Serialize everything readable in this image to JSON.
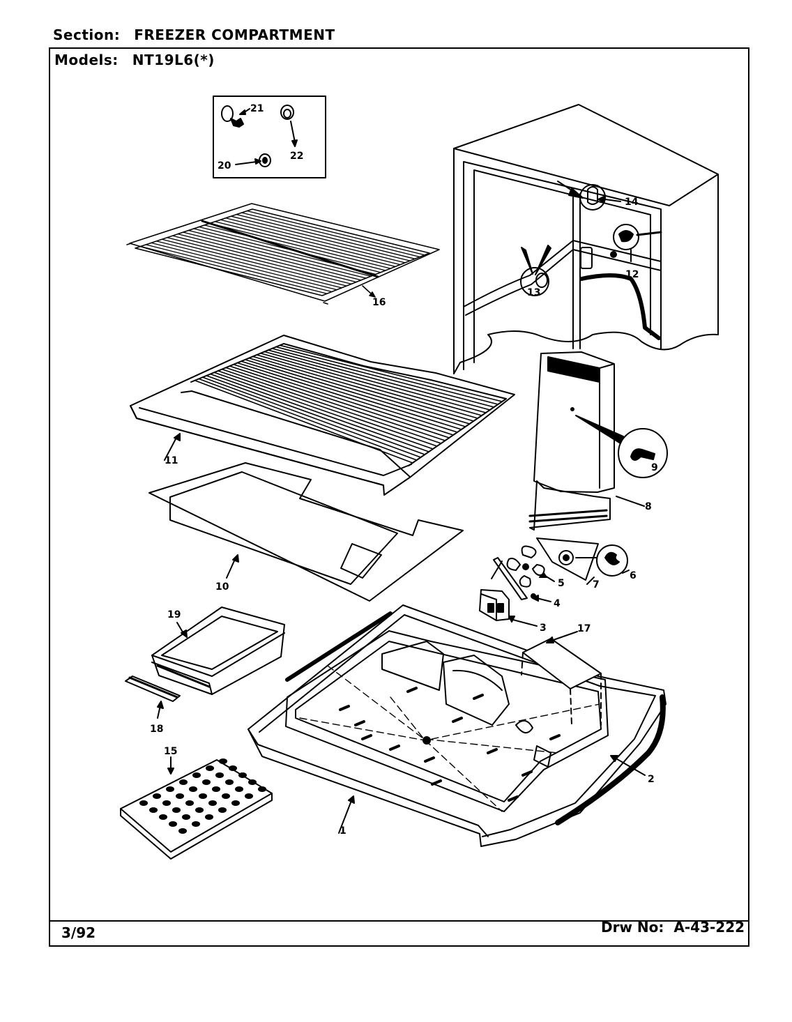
{
  "header": {
    "section_label": "Section:",
    "section_value": "FREEZER COMPARTMENT",
    "models_label": "Models:",
    "models_value": "NT19L6(*)"
  },
  "footer": {
    "date": "3/92",
    "drawing_label": "Drw No:",
    "drawing_number": "A-43-222"
  },
  "callouts": {
    "c1": "1",
    "c2": "2",
    "c3": "3",
    "c4": "4",
    "c5": "5",
    "c6": "6",
    "c7": "7",
    "c8": "8",
    "c9": "9",
    "c10": "10",
    "c11": "11",
    "c12": "12",
    "c13": "13",
    "c14": "14",
    "c15": "15",
    "c16": "16",
    "c17": "17",
    "c18": "18",
    "c19": "19",
    "c20": "20",
    "c21": "21",
    "c22": "22"
  }
}
